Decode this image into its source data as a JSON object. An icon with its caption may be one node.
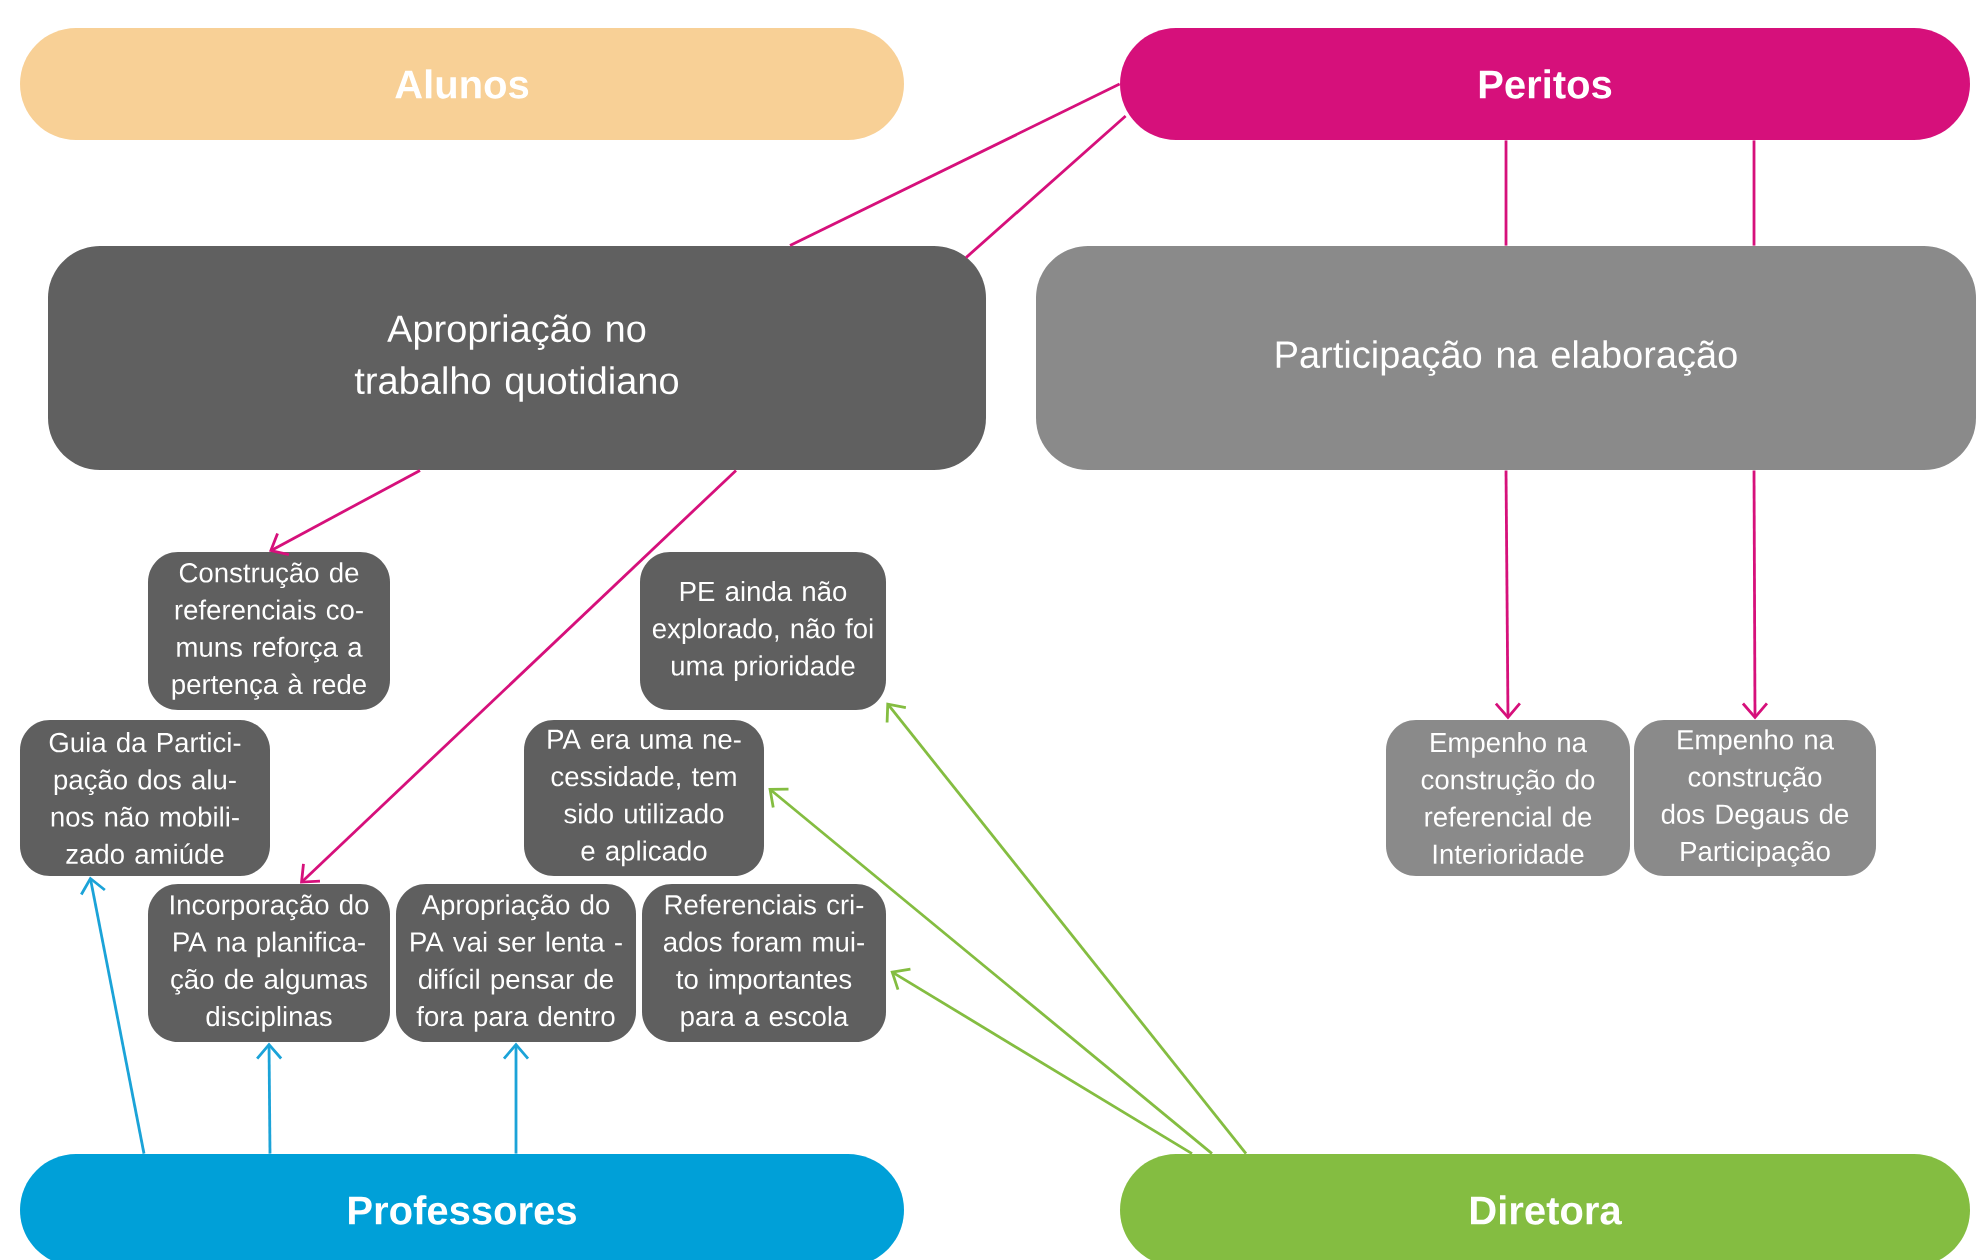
{
  "diagram": {
    "nodes": [
      {
        "text": [
          "Alunos"
        ]
      },
      {
        "text": [
          "Peritos"
        ]
      },
      {
        "text": [
          "Apropriação no trabalho quotidiano"
        ]
      },
      {
        "text": [
          "Participação na elaboração"
        ]
      },
      {
        "text": [
          "Construção de referenciais co- muns reforça a pertença à rede"
        ]
      },
      {
        "text": [
          "PE ainda não explorado, não foi uma prioridade"
        ]
      },
      {
        "text": [
          "Guia da Partici- pação dos alu- nos não mobili- zado amiúde"
        ]
      },
      {
        "text": [
          "PA era uma ne- cessidade, tem sido utilizado e aplicado"
        ]
      },
      {
        "text": [
          "Empenho na construção do referencial de Interioridade"
        ]
      },
      {
        "text": [
          "Empenho na construção dos Degaus de Participação"
        ]
      },
      {
        "text": [
          "Incorporação do PA na planifica- ção de algumas disciplinas"
        ]
      },
      {
        "text": [
          "Apropriação do PA vai ser lenta - difícil pensar de fora para dentro"
        ]
      },
      {
        "text": [
          "Referenciais cri- ados foram mui- to importantes para a escola"
        ]
      },
      {
        "text": [
          "Professores"
        ]
      },
      {
        "text": [
          "Diretora"
        ]
      }
    ],
    "edges": [
      {
        "from": 1,
        "to": 2,
        "arrow": "none",
        "color": "#d6107b"
      },
      {
        "from": 1,
        "to": 2,
        "arrow": "none",
        "color": "#d6107b"
      },
      {
        "from": 1,
        "to": 3,
        "arrow": "none",
        "color": "#d6107b"
      },
      {
        "from": 1,
        "to": 3,
        "arrow": "none",
        "color": "#d6107b"
      },
      {
        "from": 3,
        "to": 8,
        "arrow": "to",
        "color": "#d6107b"
      },
      {
        "from": 3,
        "to": 9,
        "arrow": "to",
        "color": "#d6107b"
      },
      {
        "from": 2,
        "to": 4,
        "arrow": "to",
        "color": "#d6107b"
      },
      {
        "from": 2,
        "to": 10,
        "arrow": "to",
        "color": "#d6107b"
      },
      {
        "from": 13,
        "to": 6,
        "arrow": "to",
        "color": "#1ba3d8"
      },
      {
        "from": 13,
        "to": 10,
        "arrow": "to",
        "color": "#1ba3d8"
      },
      {
        "from": 13,
        "to": 11,
        "arrow": "to",
        "color": "#1ba3d8"
      },
      {
        "from": 14,
        "to": 5,
        "arrow": "to",
        "color": "#84bd41"
      },
      {
        "from": 14,
        "to": 7,
        "arrow": "to",
        "color": "#84bd41"
      },
      {
        "from": 14,
        "to": 12,
        "arrow": "to",
        "color": "#84bd41"
      }
    ]
  }
}
